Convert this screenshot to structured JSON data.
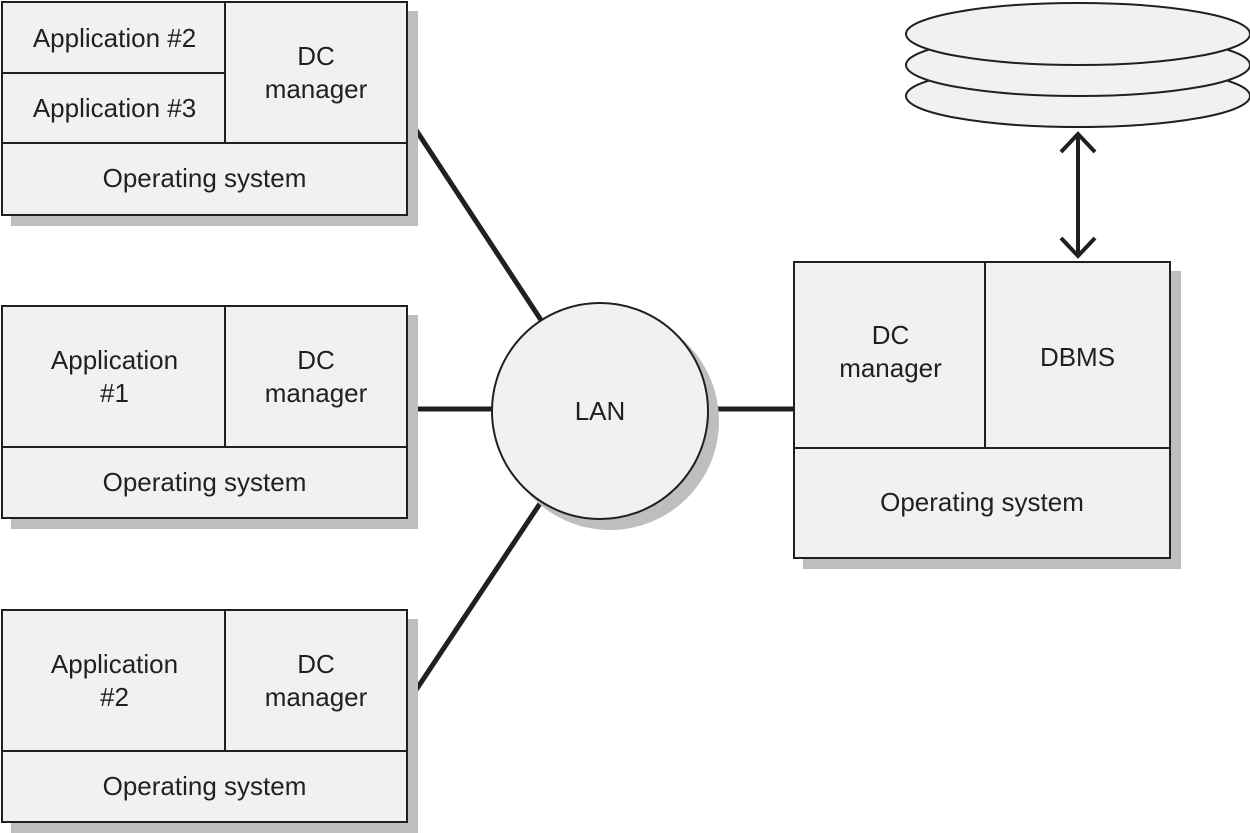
{
  "lan": {
    "label": "LAN"
  },
  "client_top": {
    "app_a": "Application #2",
    "app_b": "Application #3",
    "dc": "DC\nmanager",
    "os": "Operating system"
  },
  "client_middle": {
    "app": "Application\n#1",
    "dc": "DC\nmanager",
    "os": "Operating system"
  },
  "client_bottom": {
    "app": "Application\n#2",
    "dc": "DC\nmanager",
    "os": "Operating system"
  },
  "server": {
    "dc": "DC\nmanager",
    "dbms": "DBMS",
    "os": "Operating system"
  },
  "colors": {
    "line": "#231f20",
    "fill": "#f1f1f2",
    "shadow": "#bcbec0"
  },
  "icons": {
    "database": "database-disk-stack-icon",
    "arrow": "double-headed-arrow-icon"
  }
}
